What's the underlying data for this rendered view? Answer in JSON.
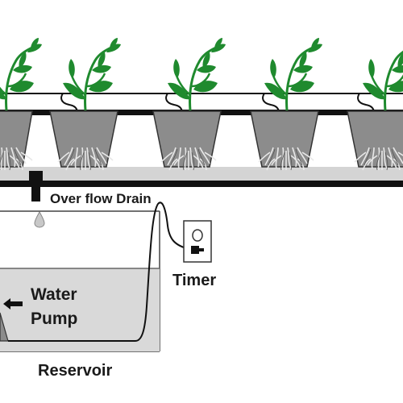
{
  "labels": {
    "overflow_drain": "Over flow Drain",
    "timer": "Timer",
    "water": "Water",
    "pump": "Pump",
    "reservoir": "Reservoir"
  },
  "icons": [
    "plant-icon",
    "outlet-icon",
    "water-drop-icon",
    "arrow-left-icon"
  ],
  "colors": {
    "plant_green": "#1f8a2e",
    "pot_gray": "#8c8c8c",
    "water_gray": "#d9d9d9",
    "channel_gray": "#d4d4d4",
    "pipe_black": "#111111"
  },
  "plant_count": 5
}
